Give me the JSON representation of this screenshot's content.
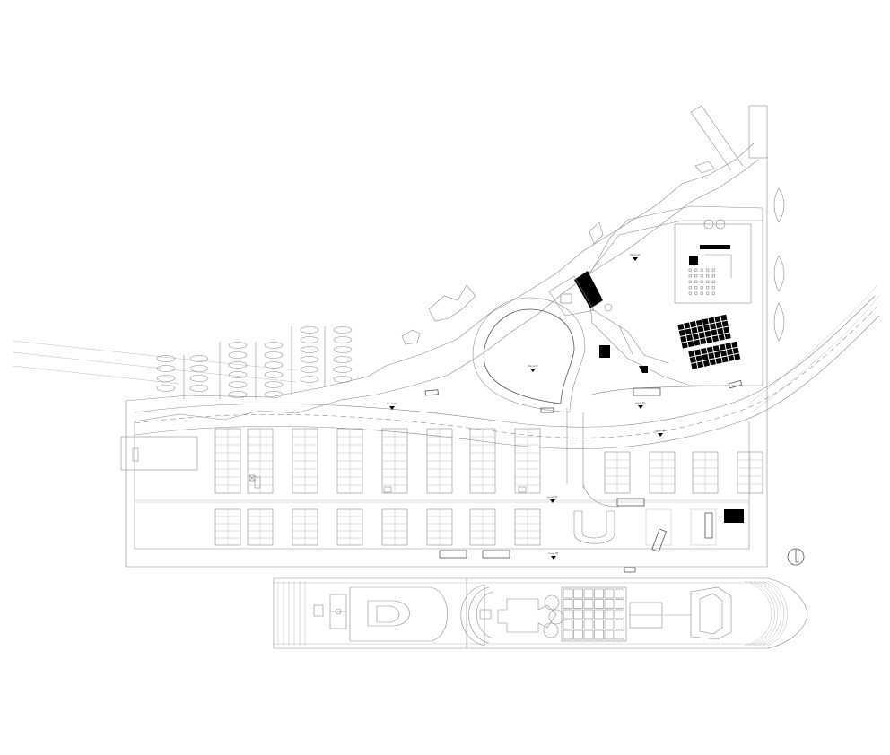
{
  "labels": {
    "plaza_top": "Plaza 01",
    "plaza_loop": "Plaza 02",
    "road_mid": "Level 01",
    "road_east": "Level 02",
    "road_south": "Level 03",
    "lot_a": "Level 04",
    "lot_b": "Level 05"
  },
  "icons": {
    "north_arrow": "north-arrow-icon",
    "elevation_marker": "elevation-marker-icon"
  },
  "colors": {
    "line": "#8c8c8c",
    "fill": "#000000",
    "background": "#ffffff"
  }
}
